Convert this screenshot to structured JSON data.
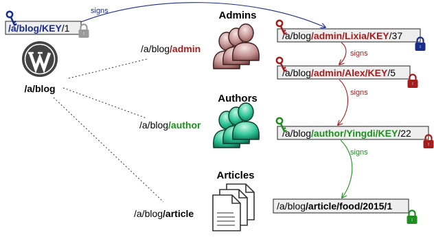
{
  "colors": {
    "blue": "#1a2d8a",
    "red": "#a31d1d",
    "green": "#1e8f1e",
    "gray": "#9a9a9a",
    "key_bg": "#eeeeee",
    "admin_fill": "#c79595",
    "author_fill": "#2fc796"
  },
  "root_key": {
    "prefix": "/a/blog/KEY",
    "suffix": "/1"
  },
  "blog_label": "/a/blog",
  "logo_icon": "wordpress-icon",
  "sections": {
    "admins": {
      "header": "Admins",
      "path_prefix": "/a/blog",
      "path_bold": "/admin",
      "icon": "users-group-icon"
    },
    "authors": {
      "header": "Authors",
      "path_prefix": "/a/blog",
      "path_bold": "/author",
      "icon": "users-group-icon"
    },
    "articles": {
      "header": "Articles",
      "path_prefix": "/a/blog",
      "path_bold": "/article",
      "icon": "documents-icon"
    }
  },
  "keys": {
    "lixia": {
      "prefix": "/a/blog",
      "bold": "/admin/Lixia/KEY",
      "suffix": "/37"
    },
    "alex": {
      "prefix": "/a/blog",
      "bold": "/admin/Alex/KEY",
      "suffix": "/5"
    },
    "yingdi": {
      "prefix": "/a/blog",
      "bold": "/author/Yingdi/KEY",
      "suffix": "/22"
    },
    "article": {
      "prefix": "/a/blog",
      "bold": "/article/food/2015/1",
      "suffix": ""
    }
  },
  "signs": {
    "root_to_lixia": "signs",
    "lixia_to_alex": "signs",
    "alex_to_yingdi": "signs",
    "yingdi_to_article": "signs"
  }
}
